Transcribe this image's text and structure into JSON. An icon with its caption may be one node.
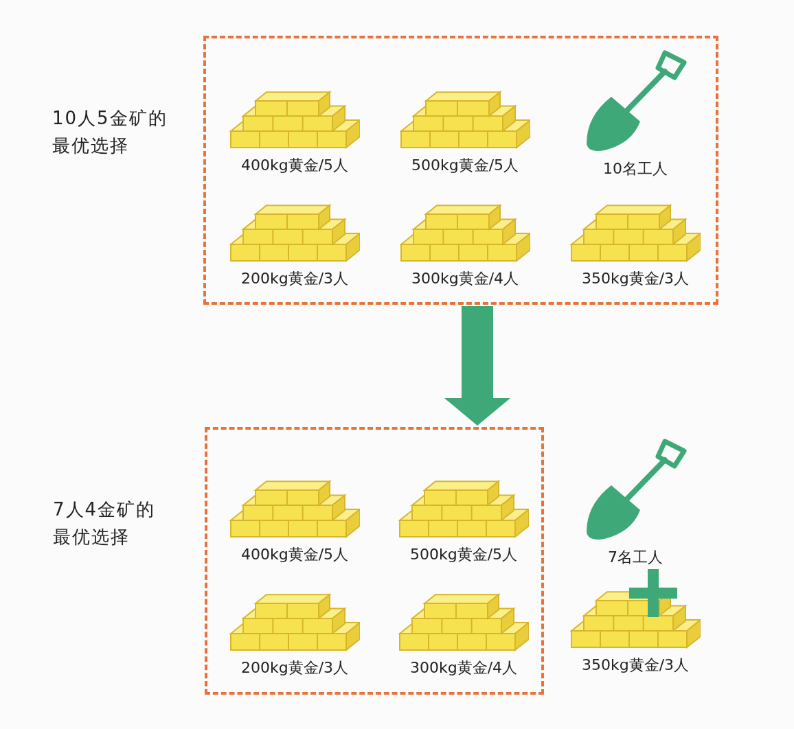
{
  "diagram": {
    "nodes": [
      {
        "text": [
          "10人5金矿的最优选择"
        ]
      },
      {
        "text": [
          "400kg黄金/5人"
        ],
        "in": 0
      },
      {
        "text": [
          "500kg黄金/5人"
        ],
        "in": 0
      },
      {
        "text": [
          "10名工人"
        ],
        "in": 0
      },
      {
        "text": [
          "200kg黄金/3人"
        ],
        "in": 0
      },
      {
        "text": [
          "300kg黄金/4人"
        ],
        "in": 0
      },
      {
        "text": [
          "350kg黄金/3人"
        ],
        "in": 0
      },
      {
        "text": [
          "7人4金矿的最优选择"
        ]
      },
      {
        "text": [
          "400kg黄金/5人"
        ],
        "in": 7
      },
      {
        "text": [
          "500kg黄金/5人"
        ],
        "in": 7
      },
      {
        "text": [
          "7名工人"
        ]
      },
      {
        "text": [
          "200kg黄金/3人"
        ],
        "in": 7
      },
      {
        "text": [
          "300kg黄金/4人"
        ],
        "in": 7
      },
      {
        "text": [
          "350kg黄金/3人"
        ]
      }
    ],
    "edges": [
      {
        "from": 0,
        "to": 7,
        "arrow": "to"
      }
    ]
  }
}
